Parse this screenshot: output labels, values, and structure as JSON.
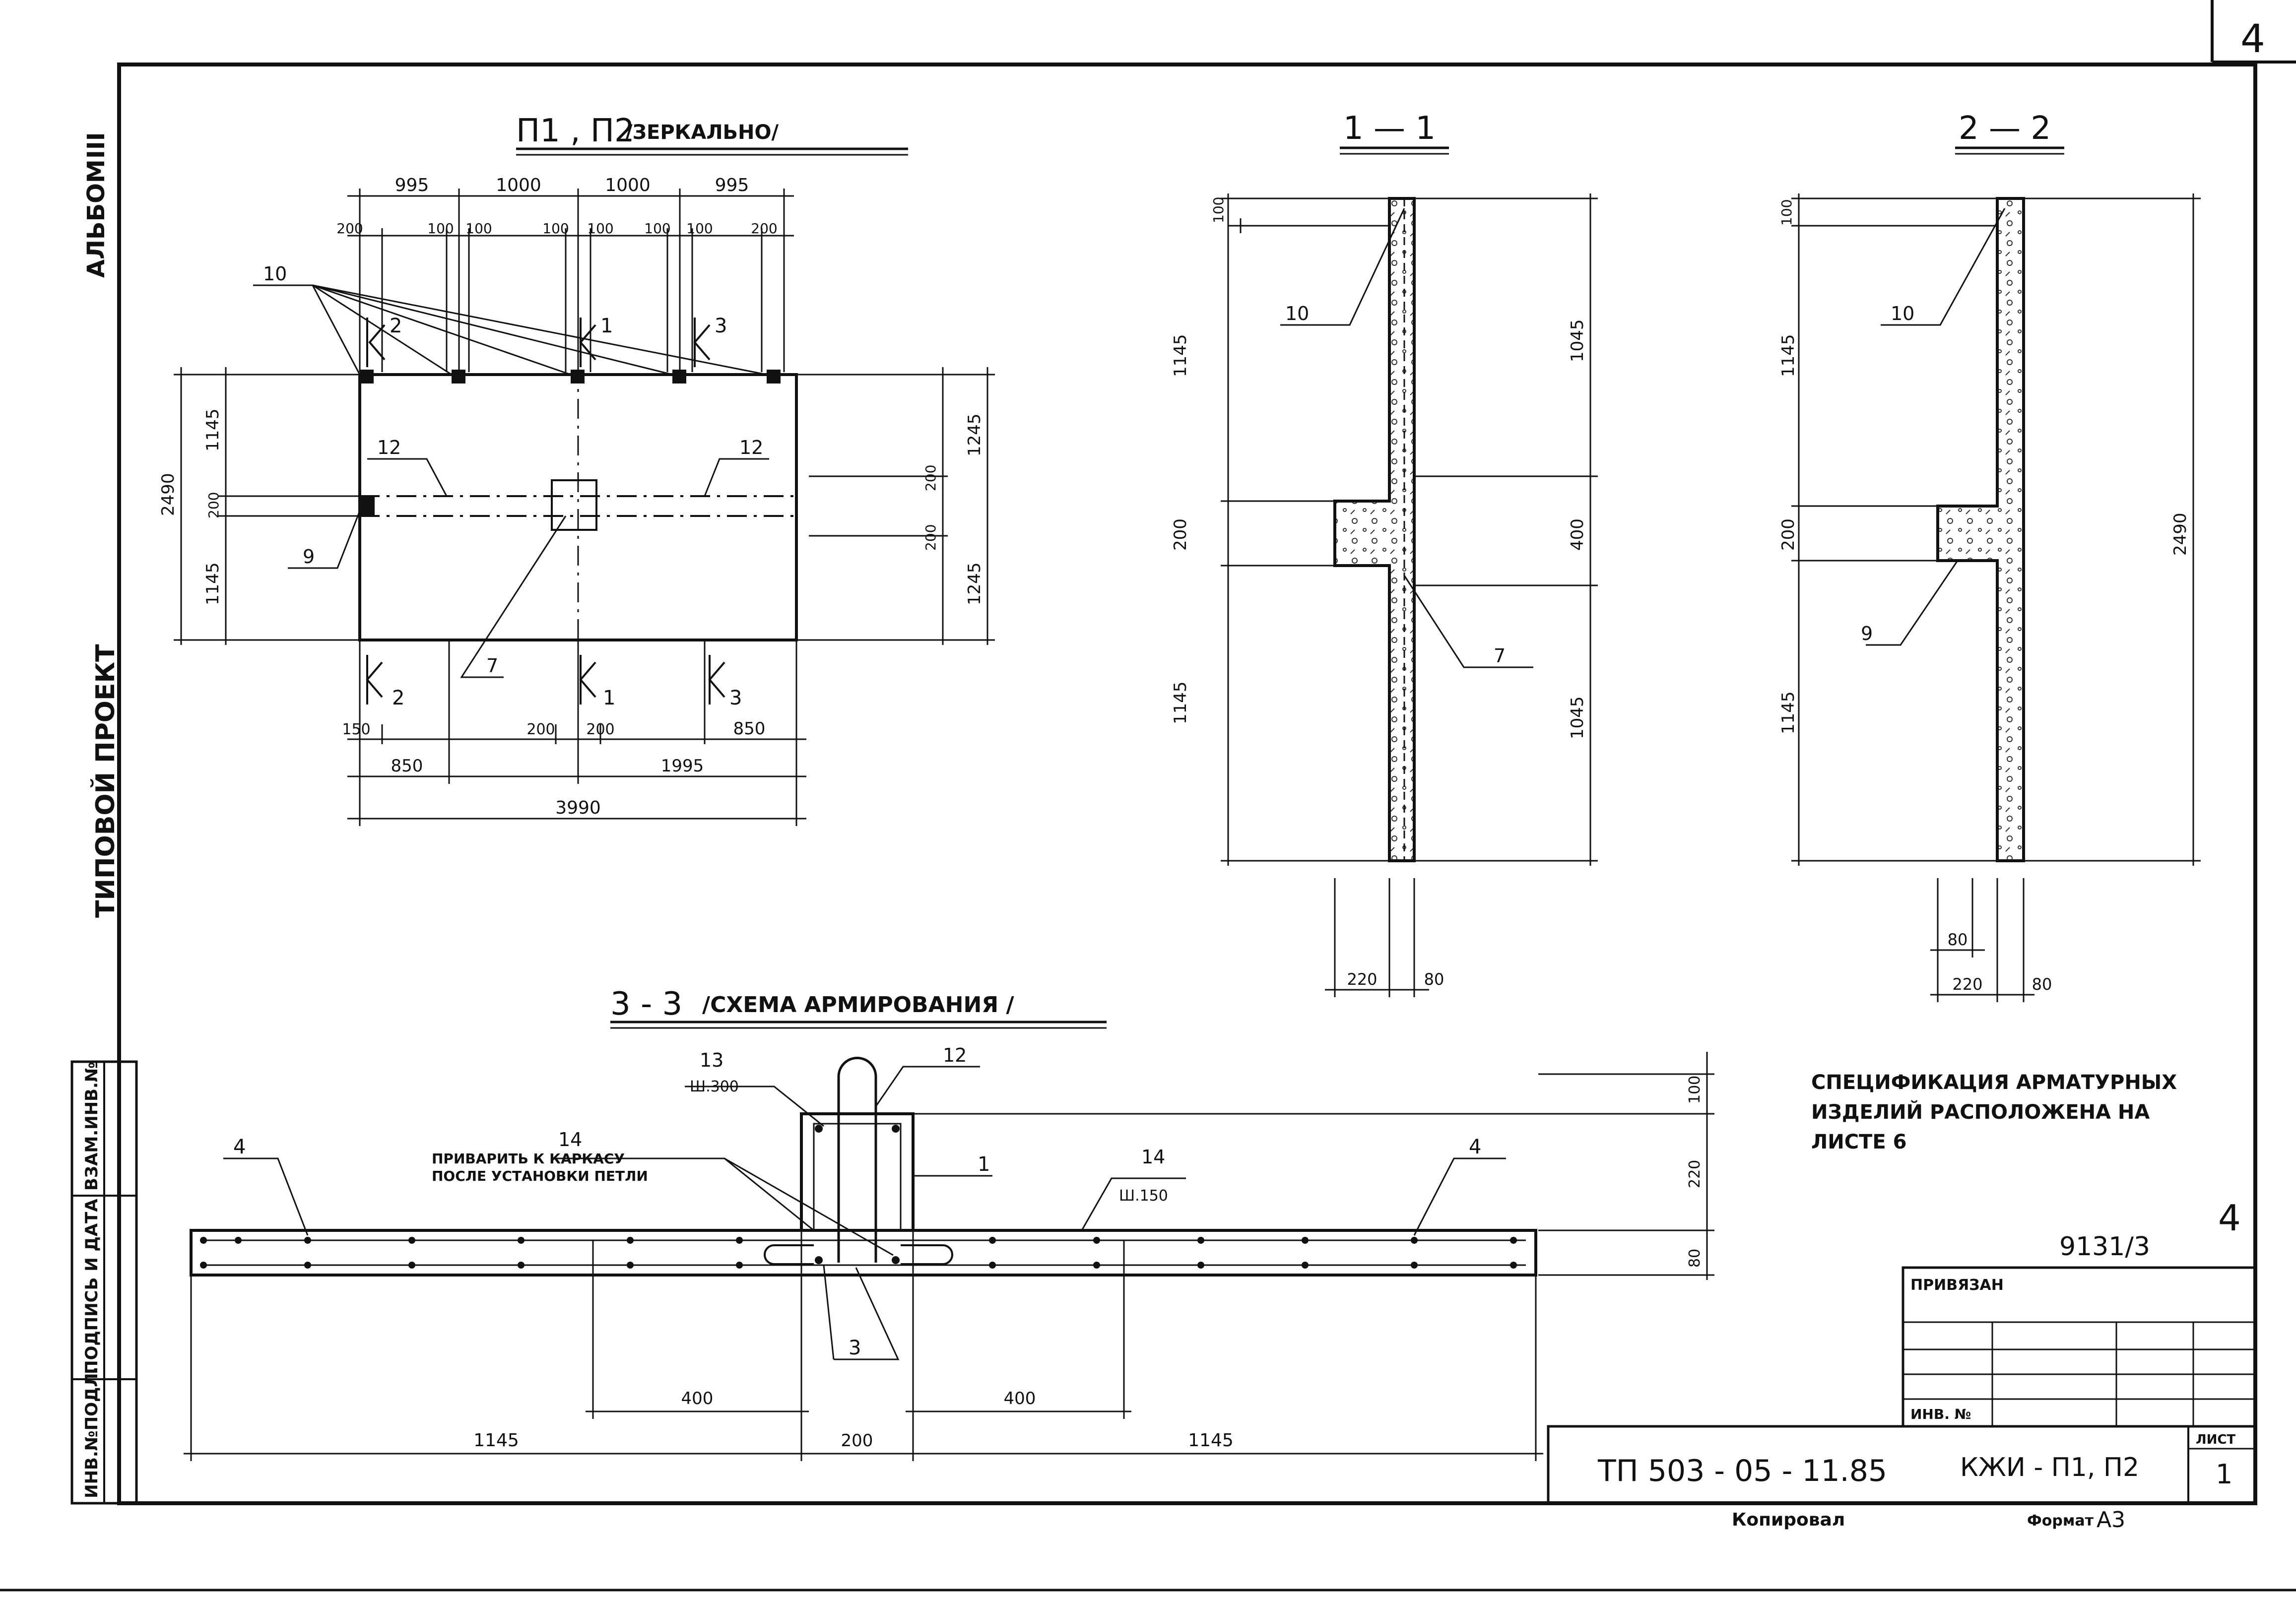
{
  "sheet_number": "4",
  "side_labels": {
    "album": "АЛЬБОМ",
    "album_number": "III",
    "project": "ТИПОВОЙ ПРОЕКТ"
  },
  "stamp_labels": {
    "vzam": "ВЗАМ.ИНВ.№",
    "podpis": "ПОДПИСЬ И ДАТА",
    "inv": "ИНВ.№ПОДЛ."
  },
  "view_titles": {
    "plan": "П1 , П2",
    "plan_note": "/ЗЕРКАЛЬНО/",
    "section_1": "1 — 1",
    "section_2": "2 — 2",
    "section_3": "3 - 3",
    "section_3_note": "/СХЕМА АРМИРОВАНИЯ /"
  },
  "plan": {
    "dims_top": [
      "995",
      "1000",
      "1000",
      "995"
    ],
    "dims_top_small": [
      "200",
      "100",
      "100",
      "100",
      "100",
      "100",
      "100",
      "200"
    ],
    "dims_left": [
      "2490",
      "1145",
      "200",
      "1145"
    ],
    "dims_right": [
      "1245",
      "200",
      "200",
      "1245"
    ],
    "dims_bottom": [
      "150",
      "850",
      "200",
      "200",
      "1995",
      "850",
      "3990"
    ],
    "callouts": [
      "10",
      "12",
      "12",
      "9",
      "7",
      "2",
      "1",
      "3",
      "2",
      "1",
      "3"
    ]
  },
  "section_1": {
    "dims_left": [
      "100",
      "1145",
      "200",
      "1145"
    ],
    "dims_right": [
      "1045",
      "400",
      "1045"
    ],
    "dims_bottom": [
      "220",
      "80"
    ],
    "callouts": [
      "10",
      "7"
    ]
  },
  "section_2": {
    "dims_left": [
      "100",
      "1145",
      "200",
      "1145"
    ],
    "dims_right": [
      "2490"
    ],
    "dims_bottom": [
      "80",
      "220",
      "80"
    ],
    "callouts": [
      "10",
      "9"
    ]
  },
  "section_3": {
    "callouts": [
      "4",
      "13",
      "12",
      "14",
      "1",
      "14",
      "4",
      "3"
    ],
    "callout_sub": [
      "Ш.300",
      "Ш.150"
    ],
    "weld_note_1": "ПРИВАРИТЬ К КАРКАСУ",
    "weld_note_2": "ПОСЛЕ УСТАНОВКИ ПЕТЛИ",
    "dims_right": [
      "100",
      "220",
      "80"
    ],
    "dims_bottom": [
      "400",
      "400",
      "1145",
      "200",
      "1145"
    ]
  },
  "spec_note": [
    "СПЕЦИФИКАЦИЯ АРМАТУРНЫХ",
    "ИЗДЕЛИЙ РАСПОЛОЖЕНА НА",
    "ЛИСТЕ 6"
  ],
  "stamp_code": "9131/3",
  "stamp_mark": "4",
  "title_block": {
    "privyazan": "ПРИВЯЗАН",
    "inv_no": "ИНВ. №",
    "project_code": "ТП 503 - 05 - 11.85",
    "drawing": "КЖИ - П1, П2",
    "sheet_label": "ЛИСТ",
    "sheet_value": "1",
    "copied": "Копировал",
    "format_label": "Формат",
    "format_value": "А3"
  },
  "colors": {
    "ink": "#111111",
    "paper": "#ffffff",
    "hatch": "#333333"
  }
}
